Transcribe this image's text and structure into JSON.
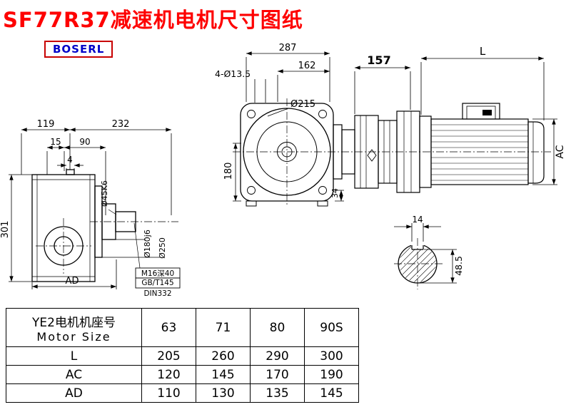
{
  "page": {
    "title": "SF77R37减速机电机尺寸图纸",
    "brand": "BOSERL"
  },
  "drawing": {
    "dims": {
      "len119": "119",
      "len232": "232",
      "len15": "15",
      "len90": "90",
      "len4": "4",
      "len301": "301",
      "lenAD": "AD",
      "dia45": "Ø45K6",
      "dia180j6": "Ø180j6",
      "dia250": "Ø250",
      "noteM16": "M16深40",
      "noteGB": "GB/T145",
      "noteDIN": "DIN332",
      "len287": "287",
      "len162": "162",
      "holes": "4-Ø13.5",
      "dia215": "Ø215",
      "len180": "180",
      "len34": "34",
      "len157": "157",
      "lenL": "L",
      "lenAC": "AC",
      "len14": "14",
      "len485": "48.5"
    }
  },
  "table": {
    "header_cn": "YE2电机机座号",
    "header_en": "Motor Size",
    "columns": [
      "63",
      "71",
      "80",
      "90S"
    ],
    "rows": [
      {
        "label": "L",
        "values": [
          "205",
          "260",
          "290",
          "300"
        ]
      },
      {
        "label": "AC",
        "values": [
          "120",
          "145",
          "170",
          "190"
        ]
      },
      {
        "label": "AD",
        "values": [
          "110",
          "130",
          "135",
          "145"
        ]
      }
    ]
  }
}
